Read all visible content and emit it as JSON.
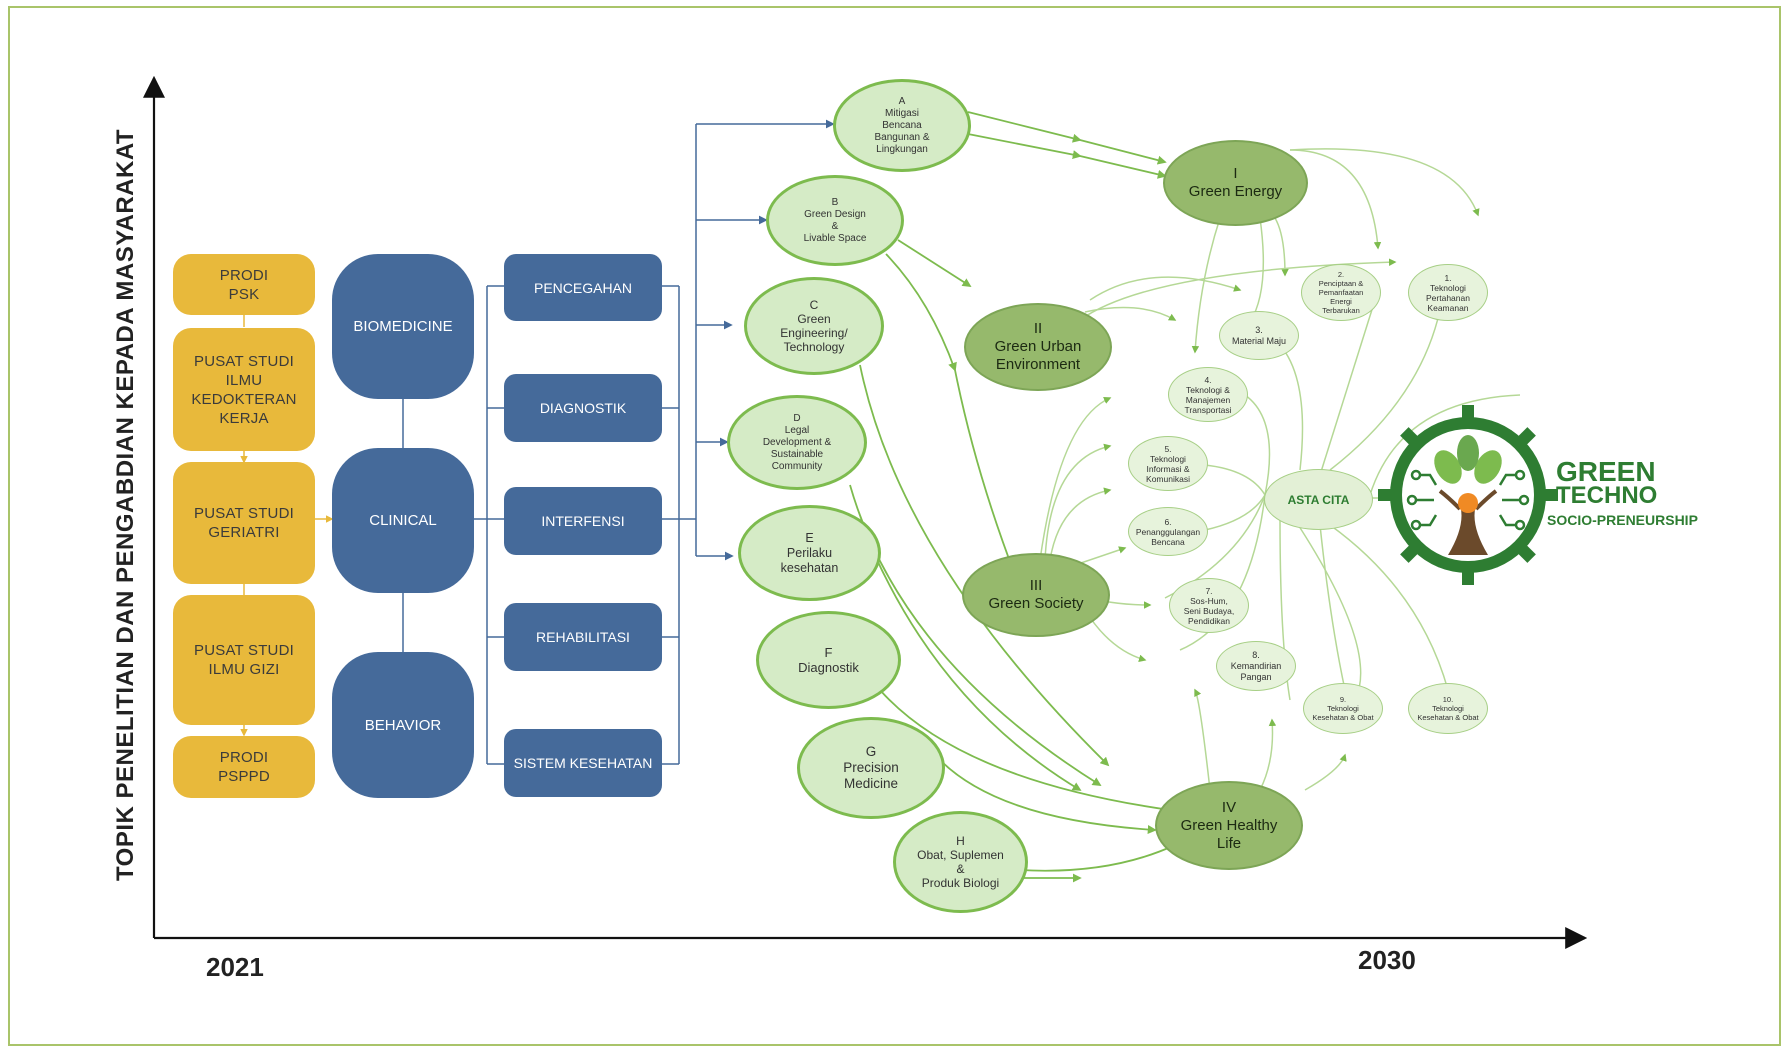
{
  "axis": {
    "y_label": "TOPIK PENELITIAN DAN PENGABDIAN KEPADA MASYARAKAT",
    "x_start": "2021",
    "x_end": "2030"
  },
  "units": [
    "PRODI\nPSK",
    "PUSAT STUDI\nILMU\nKEDOKTERAN\nKERJA",
    "PUSAT STUDI\nGERIATRI",
    "PUSAT STUDI\nILMU GIZI",
    "PRODI\nPSPPD"
  ],
  "domains": [
    "BIOMEDICINE",
    "CLINICAL",
    "BEHAVIOR"
  ],
  "approaches": [
    "PENCEGAHAN",
    "DIAGNOSTIK",
    "INTERFENSI",
    "REHABILITASI",
    "SISTEM KESEHATAN"
  ],
  "topics": [
    {
      "letter": "A",
      "label": "Mitigasi\nBencana\nBangunan &\nLingkungan"
    },
    {
      "letter": "B",
      "label": "Green Design\n&\nLivable Space"
    },
    {
      "letter": "C",
      "label": "Green\nEngineering/\nTechnology"
    },
    {
      "letter": "D",
      "label": "Legal\nDevelopment &\nSustainable\nCommunity"
    },
    {
      "letter": "E",
      "label": "Perilaku\nkesehatan"
    },
    {
      "letter": "F",
      "label": "Diagnostik"
    },
    {
      "letter": "G",
      "label": "Precision\nMedicine"
    },
    {
      "letter": "H",
      "label": "Obat, Suplemen\n&\nProduk Biologi"
    }
  ],
  "pillars": [
    {
      "numeral": "I",
      "label": "Green Energy"
    },
    {
      "numeral": "II",
      "label": "Green Urban\nEnvironment"
    },
    {
      "numeral": "III",
      "label": "Green Society"
    },
    {
      "numeral": "IV",
      "label": "Green Healthy\nLife"
    }
  ],
  "priorities": [
    "1.\nTeknologi\nPertahanan\nKeamanan",
    "2.\nPenciptaan &\nPemanfaatan\nEnergi\nTerbarukan",
    "3.\nMaterial Maju",
    "4.\nTeknologi &\nManajemen\nTransportasi",
    "5.\nTeknologi\nInformasi &\nKomunikasi",
    "6.\nPenanggulangan\nBencana",
    "7.\nSos-Hum,\nSeni Budaya,\nPendidikan",
    "8.\nKemandirian\nPangan",
    "9.\nTeknologi\nKesehatan & Obat",
    "10.\nTeknologi\nKesehatan & Obat"
  ],
  "hub": "ASTA CITA",
  "logo": {
    "line1": "GREEN",
    "line2": "TECHNO",
    "line3": "SOCIO-PRENEURSHIP"
  },
  "colors": {
    "yellow": "#e8b93b",
    "blue": "#456a9a",
    "green_light": "#d5ebc6",
    "green_dark": "#96b96c",
    "line_green": "#7dbb4e",
    "logo_green": "#2e7d32",
    "accent_orange": "#f08a24"
  }
}
